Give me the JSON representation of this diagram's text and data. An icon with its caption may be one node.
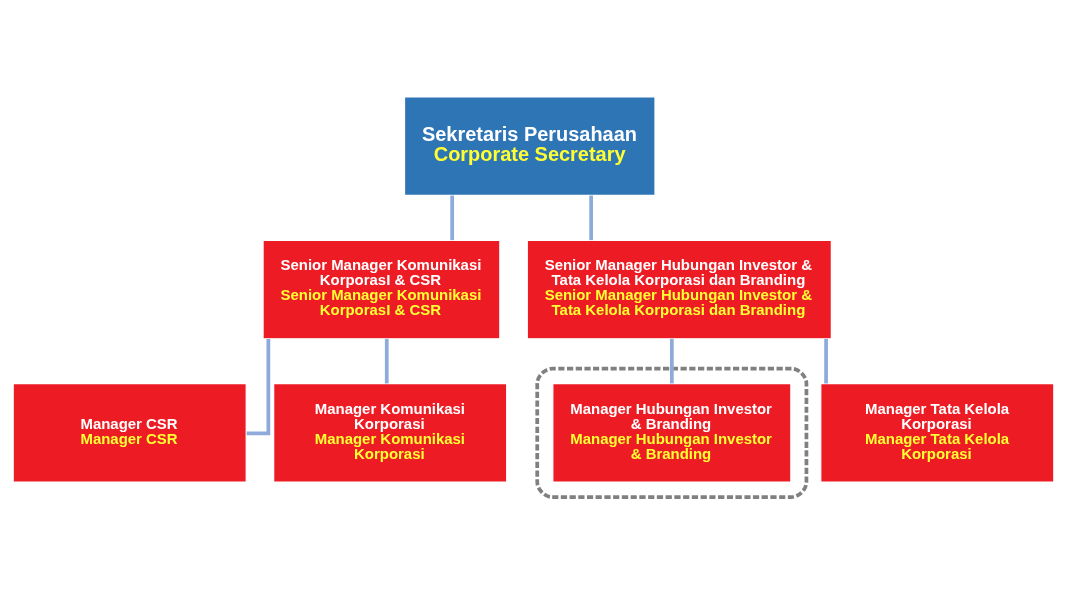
{
  "diagram": {
    "nodes": [
      {
        "text": [
          "Sekretaris Perusahaan",
          "Corporate Secretary"
        ]
      },
      {
        "text": [
          "Senior Manager Komunikasi KorporasI & CSR",
          "Senior Manager Komunikasi KorporasI & CSR"
        ]
      },
      {
        "text": [
          "Senior Manager Hubungan Investor & Tata Kelola Korporasi dan Branding",
          "Senior Manager Hubungan Investor & Tata Kelola Korporasi dan Branding"
        ]
      },
      {
        "text": [
          "Manager CSR",
          "Manager CSR"
        ]
      },
      {
        "text": [
          "Manager Komunikasi Korporasi",
          "Manager Komunikasi Korporasi"
        ]
      },
      {
        "text": [],
        "shape": "ellipse"
      },
      {
        "text": [
          "Manager Hubungan Investor & Branding",
          "Manager Hubungan Investor & Branding"
        ],
        "in": 5
      },
      {
        "text": [
          "Manager Tata Kelola Korporasi",
          "Manager Tata Kelola Korporasi"
        ]
      }
    ],
    "edges": [
      {
        "from": 0,
        "to": 1,
        "arrow": "none"
      },
      {
        "from": 0,
        "to": 2,
        "arrow": "none"
      },
      {
        "from": 1,
        "to": 3,
        "arrow": "none"
      },
      {
        "from": 1,
        "to": 4,
        "arrow": "none"
      },
      {
        "from": 2,
        "to": 6,
        "arrow": "none"
      },
      {
        "from": 2,
        "to": 7,
        "arrow": "none"
      }
    ]
  }
}
